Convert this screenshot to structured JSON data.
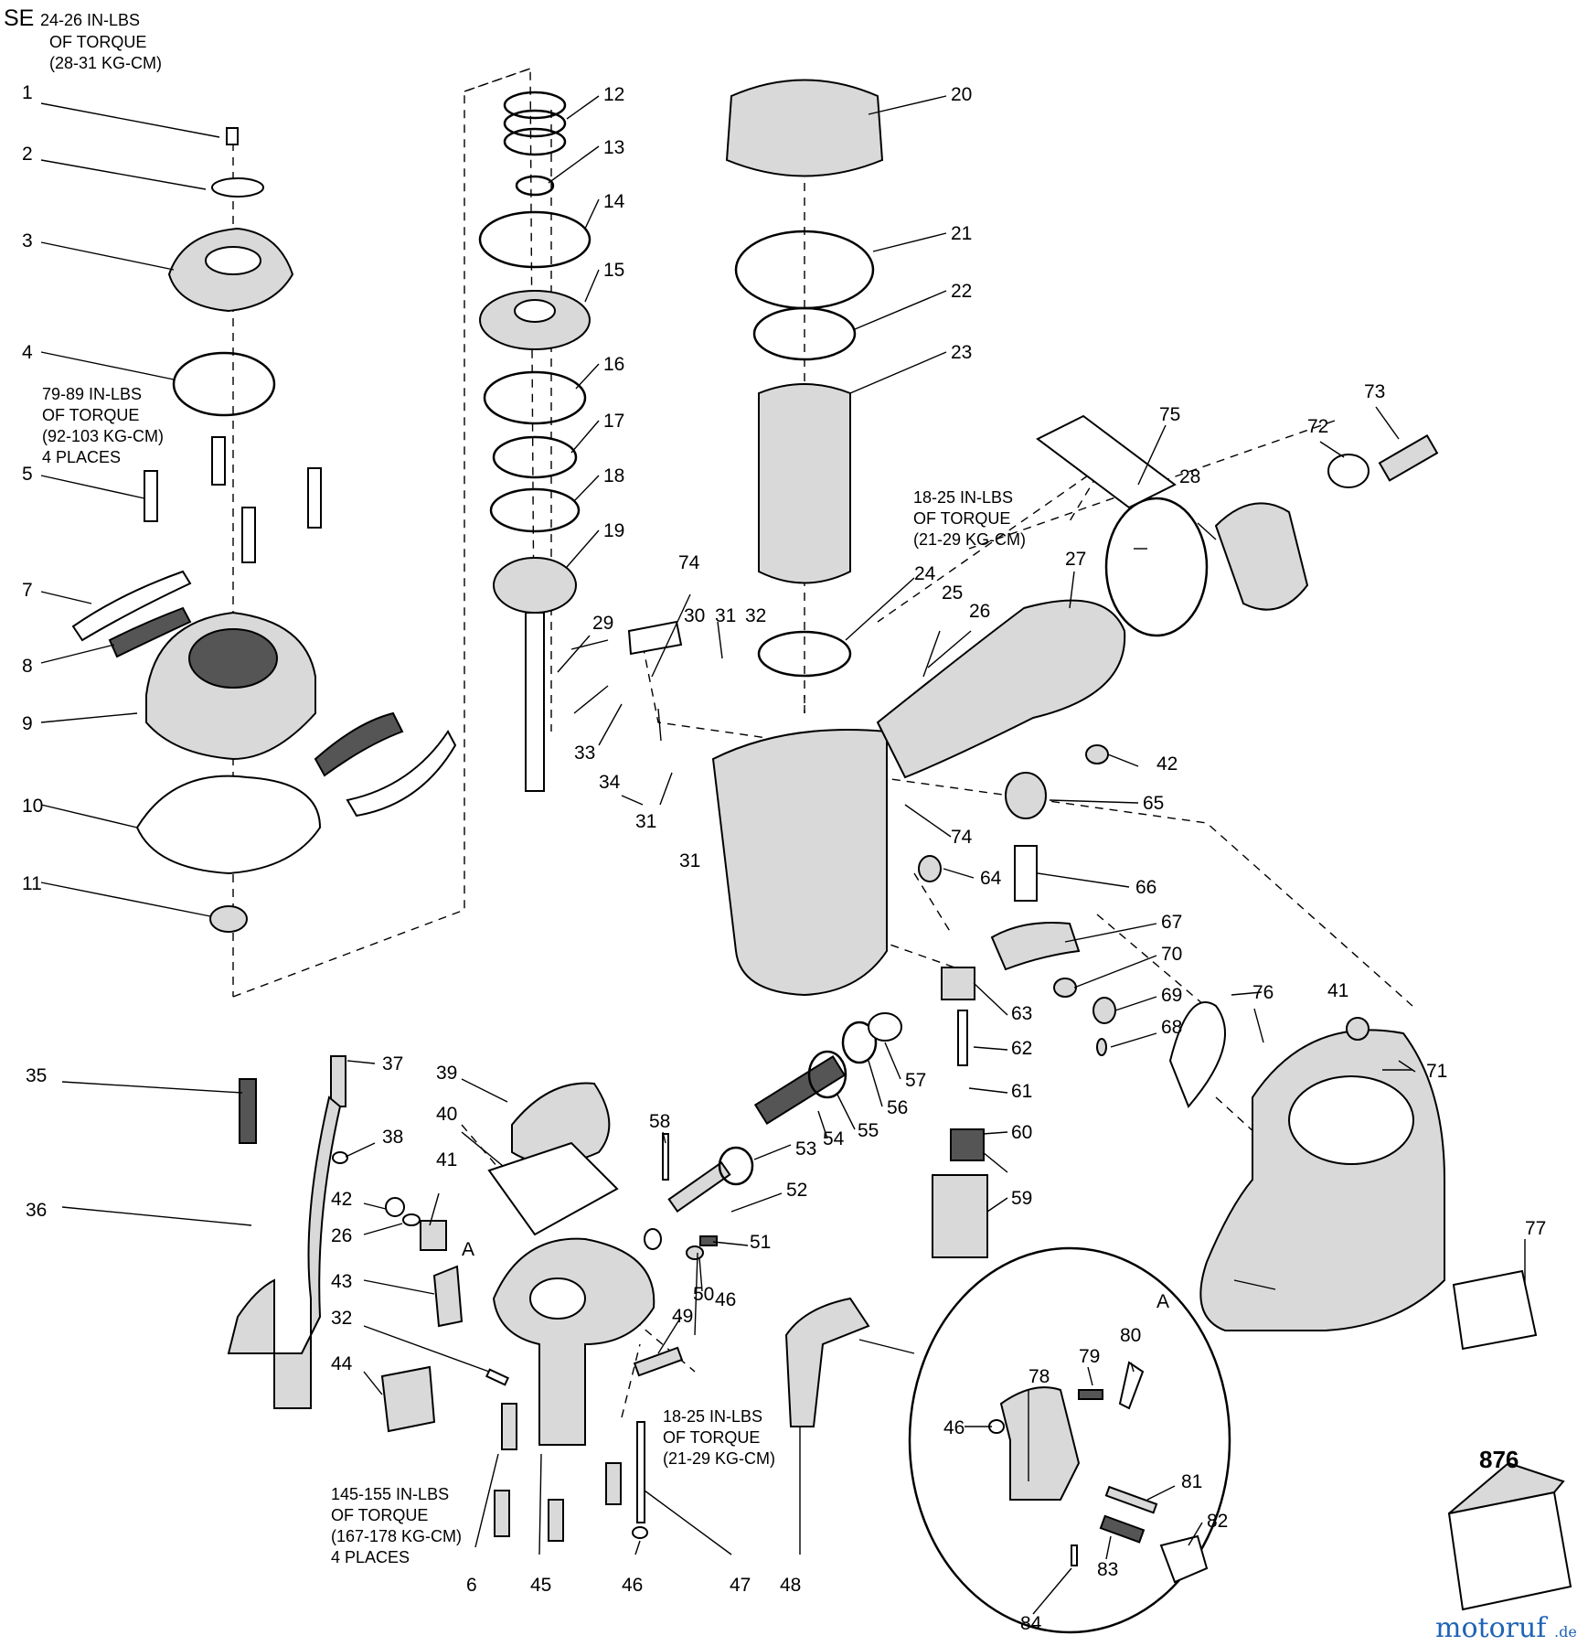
{
  "header": {
    "prefix": "SE",
    "torque_top": [
      "24-26 IN-LBS",
      "OF TORQUE",
      "(28-31 KG-CM)"
    ]
  },
  "notes": {
    "torque_79_89": [
      "79-89 IN-LBS",
      "OF TORQUE",
      "(92-103 KG-CM)",
      "4 PLACES"
    ],
    "torque_18_25_upper": [
      "18-25 IN-LBS",
      "OF TORQUE",
      "(21-29 KG-CM)"
    ],
    "torque_18_25_lower": [
      "18-25 IN-LBS",
      "OF TORQUE",
      "(21-29 KG-CM)"
    ],
    "torque_145_155": [
      "145-155 IN-LBS",
      "OF TORQUE",
      "(167-178 KG-CM)",
      "4 PLACES"
    ]
  },
  "kit": {
    "number": "876"
  },
  "watermark": {
    "main": "motoruf",
    "suffix": ".de"
  },
  "reference_letter": "A",
  "part_labels": [
    "1",
    "2",
    "3",
    "4",
    "5",
    "7",
    "8",
    "9",
    "10",
    "11",
    "12",
    "13",
    "14",
    "15",
    "16",
    "17",
    "18",
    "19",
    "20",
    "21",
    "22",
    "23",
    "24",
    "25",
    "26",
    "27",
    "28",
    "29",
    "30",
    "31",
    "32",
    "33",
    "34",
    "35",
    "36",
    "37",
    "38",
    "39",
    "40",
    "41",
    "42",
    "43",
    "44",
    "45",
    "46",
    "47",
    "48",
    "49",
    "50",
    "51",
    "52",
    "53",
    "54",
    "55",
    "56",
    "57",
    "58",
    "59",
    "60",
    "61",
    "62",
    "63",
    "64",
    "65",
    "66",
    "67",
    "68",
    "69",
    "70",
    "71",
    "72",
    "73",
    "74",
    "75",
    "76",
    "77",
    "78",
    "79",
    "80",
    "81",
    "82",
    "83",
    "84"
  ]
}
